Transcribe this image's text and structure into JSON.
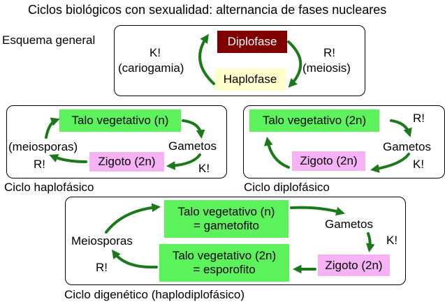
{
  "title": "Ciclos biológicos con sexualidad: alternancia de fases nucleares",
  "colors": {
    "arrow": "#1a7a1a",
    "green_box": "#5cf25c",
    "pink_box": "#f5b3f5",
    "diplofase_bg": "#800000",
    "diplofase_text": "#ffffff",
    "haplofase_bg": "#ffffcc"
  },
  "general": {
    "label": "Esquema general",
    "diplofase": "Diplofase",
    "haplofase": "Haplofase",
    "left_k": "K!",
    "left_k_note": "(cariogamia)",
    "right_r": "R!",
    "right_r_note": "(meiosis)"
  },
  "haplo": {
    "label": "Ciclo haplofásico",
    "talo": "Talo vegetativo (n)",
    "gametos": "Gametos",
    "zigoto": "Zigoto (2n)",
    "k": "K!",
    "meiosporas": "(meiosporas)",
    "r": "R!"
  },
  "diplo": {
    "label": "Ciclo diplofásico",
    "talo": "Talo vegetativo (2n)",
    "r": "R!",
    "gametos": "Gametos",
    "zigoto": "Zigoto (2n)",
    "k": "K!"
  },
  "digen": {
    "label": "Ciclo digenético (haplodiplofásico)",
    "talo_n_line1": "Talo vegetativo (n)",
    "talo_n_line2": "= gametofito",
    "gametos": "Gametos",
    "k": "K!",
    "zigoto": "Zigoto (2n)",
    "talo_2n_line1": "Talo vegetativo (2n)",
    "talo_2n_line2": "= esporofito",
    "meiosporas": "Meiosporas",
    "r": "R!"
  }
}
